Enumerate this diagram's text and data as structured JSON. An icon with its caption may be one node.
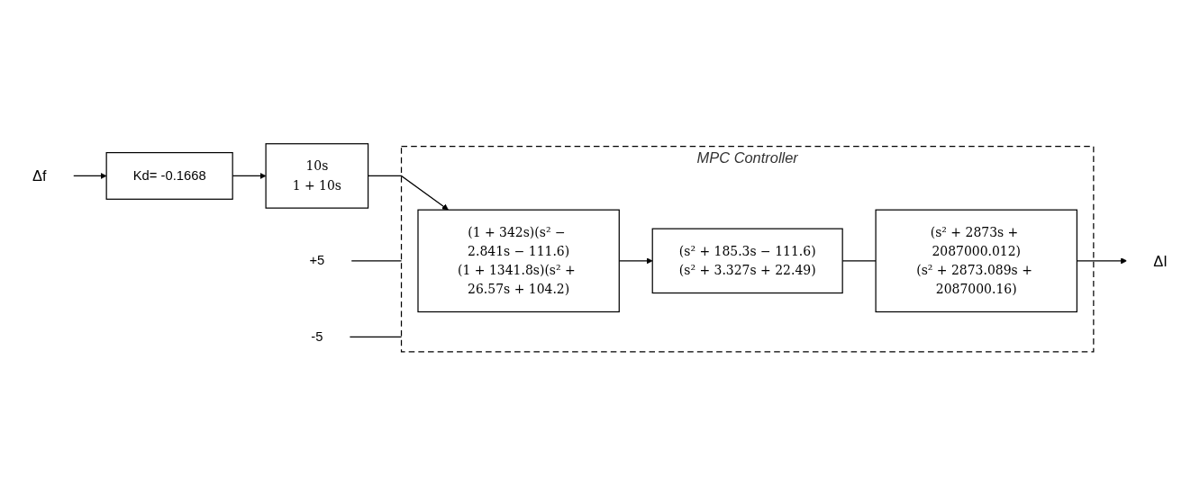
{
  "diagram": {
    "nodes": [
      {
        "text": [
          "Δf"
        ]
      },
      {
        "text": [
          "Kd= -0.1668"
        ]
      },
      {
        "text": [
          "10s",
          "1 + 10s"
        ]
      },
      {
        "text": [
          "MPC Controller"
        ]
      },
      {
        "text": [
          "(1 + 342s)(s² − 2.841s − 111.6)",
          "(1 + 1341.8s)(s² + 26.57s + 104.2)"
        ],
        "in": 3
      },
      {
        "text": [
          "(s² + 185.3s − 111.6)",
          "(s² + 3.327s + 22.49)"
        ],
        "in": 3
      },
      {
        "text": [
          "(s² + 2873s + 2087000.012)",
          "(s² + 2873.089s + 2087000.16)"
        ],
        "in": 3
      },
      {
        "text": [
          "ΔI"
        ]
      },
      {
        "text": [
          "+5"
        ]
      },
      {
        "text": [
          "-5"
        ]
      }
    ],
    "edges": [
      {
        "from": 0,
        "to": 1,
        "arrow": "to"
      },
      {
        "from": 1,
        "to": 2,
        "arrow": "to"
      },
      {
        "from": 2,
        "to": 4,
        "arrow": "to"
      },
      {
        "from": 4,
        "to": 5,
        "arrow": "to"
      },
      {
        "from": 5,
        "to": 6,
        "arrow": "none"
      },
      {
        "from": 6,
        "to": 7,
        "arrow": "to"
      },
      {
        "from": 8,
        "to": 3,
        "arrow": "none"
      },
      {
        "from": 9,
        "to": 3,
        "arrow": "none"
      }
    ]
  }
}
